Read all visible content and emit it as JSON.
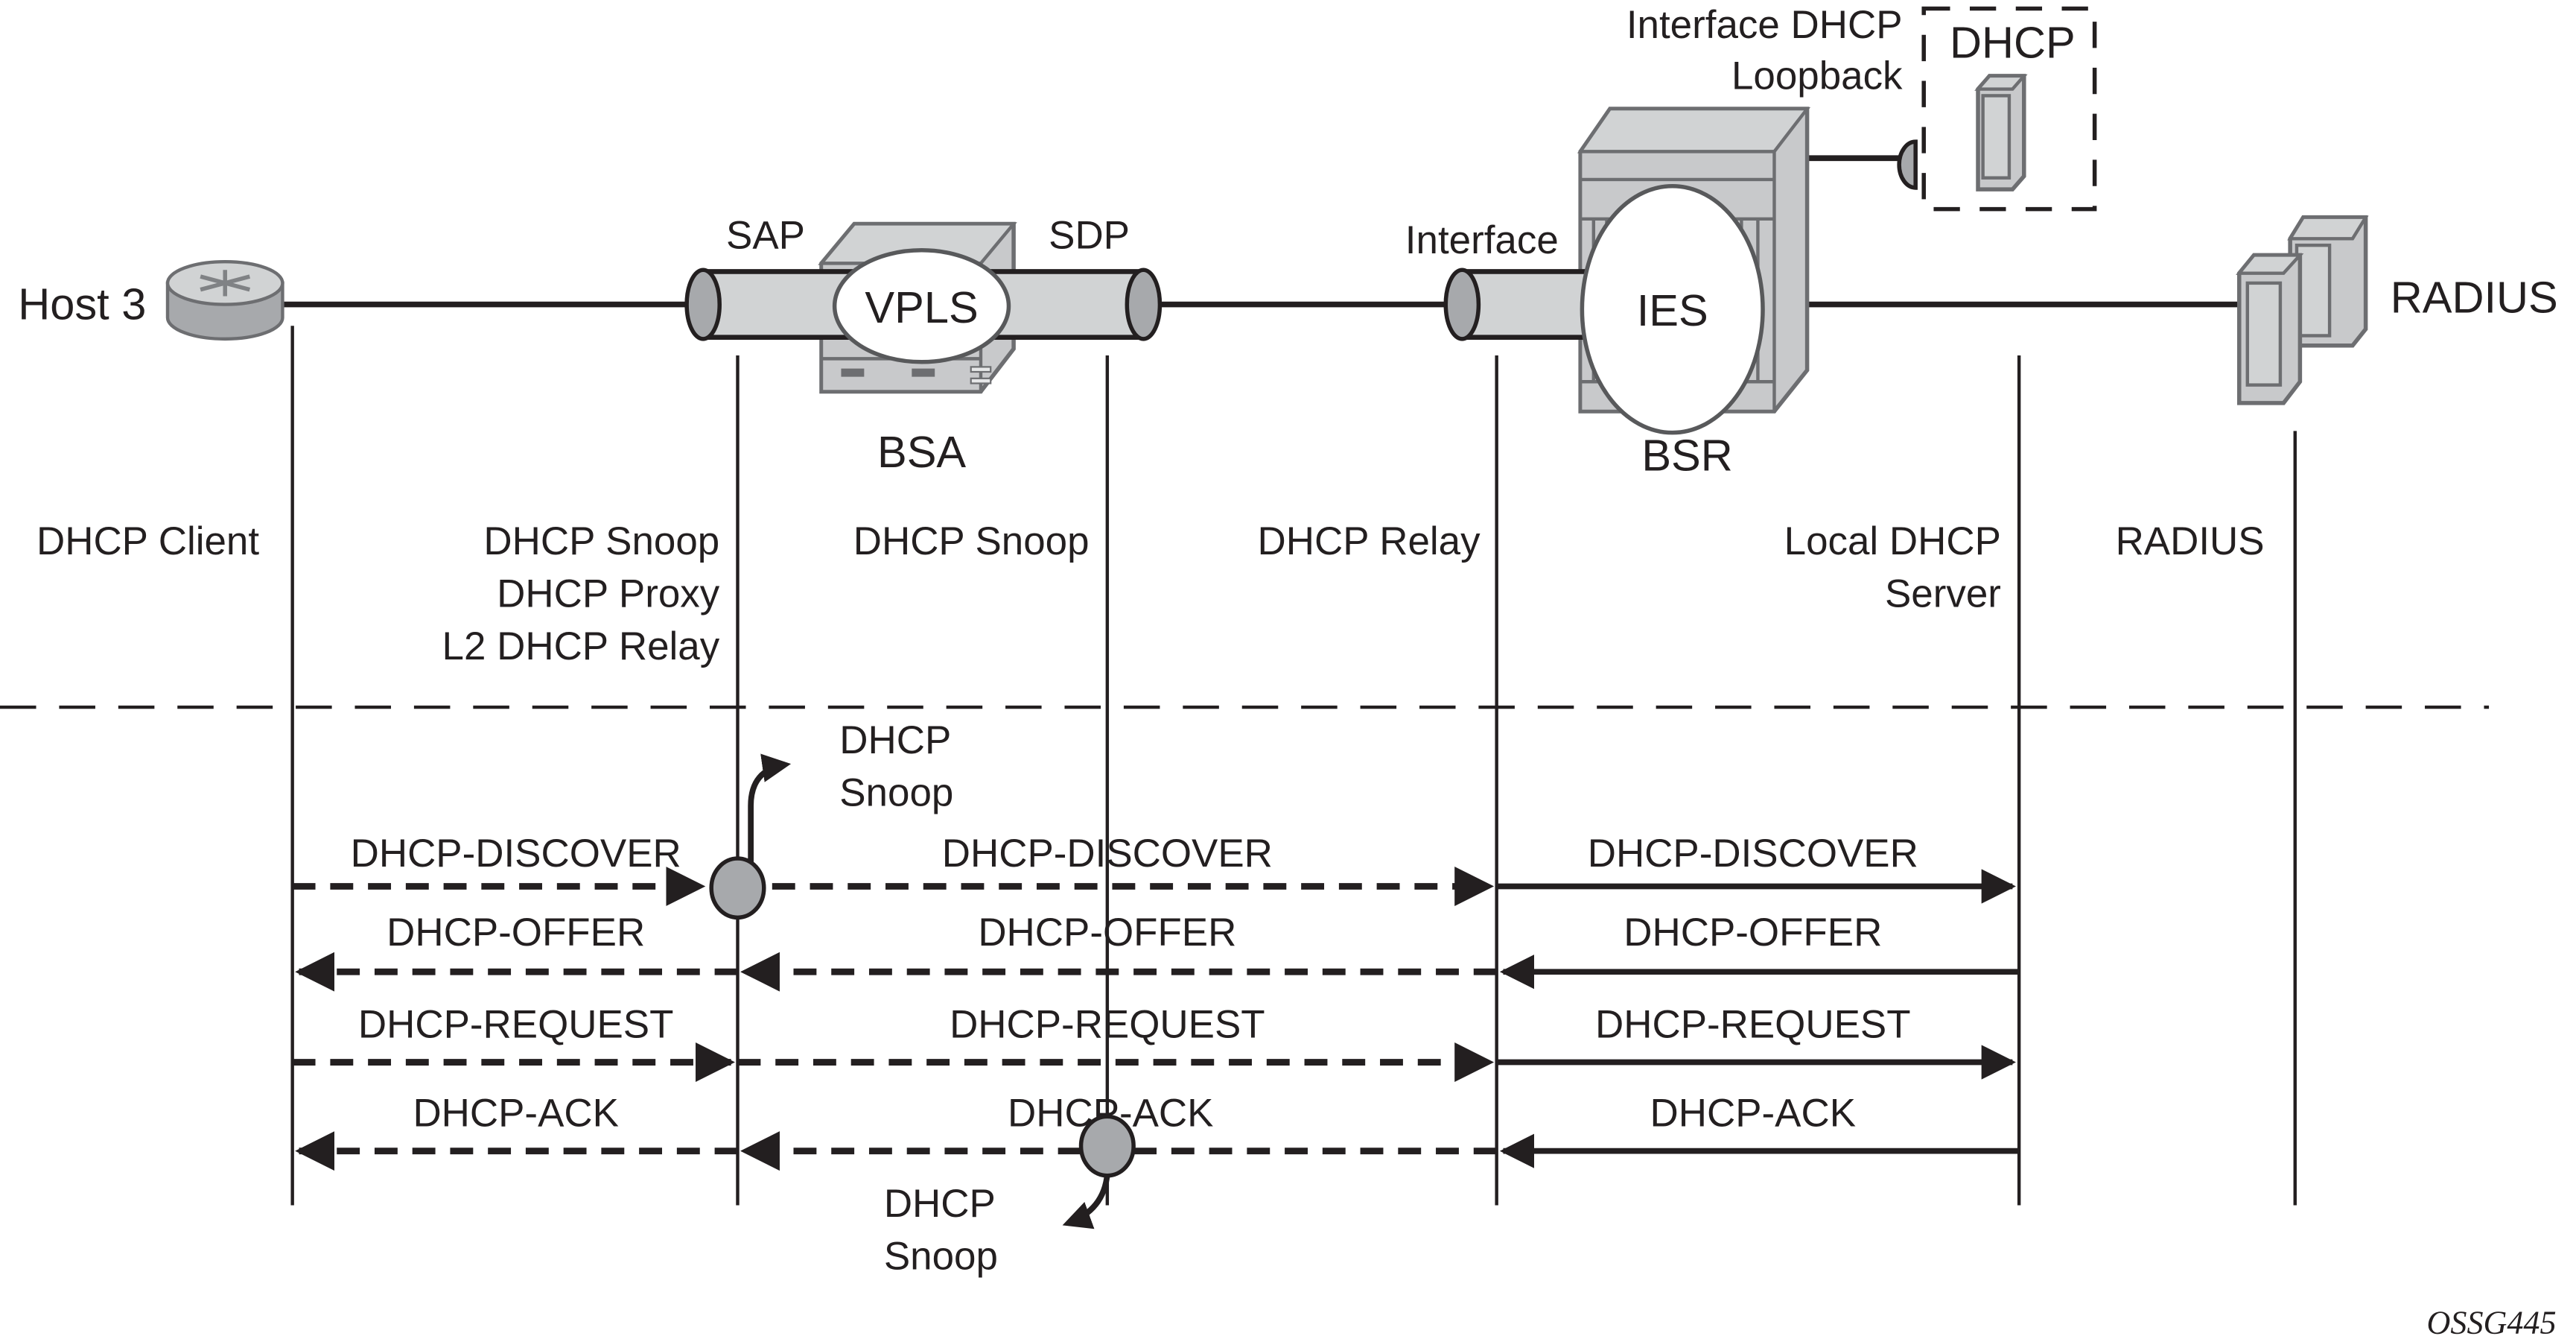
{
  "figure_id": "OSSG445",
  "topology": {
    "host": {
      "label": "Host 3",
      "icon": "router-icon"
    },
    "bsa": {
      "label": "BSA",
      "service": "VPLS",
      "sap_label": "SAP",
      "sdp_label": "SDP"
    },
    "bsr": {
      "label": "BSR",
      "service": "IES",
      "interface_label": "Interface"
    },
    "dhcp_server": {
      "label": "DHCP",
      "loopback_label_line1": "Interface DHCP",
      "loopback_label_line2": "Loopback"
    },
    "radius": {
      "label": "RADIUS"
    }
  },
  "roles": {
    "client": [
      "DHCP Client"
    ],
    "sap": [
      "DHCP Snoop",
      "DHCP Proxy",
      "L2 DHCP Relay"
    ],
    "sdp": [
      "DHCP Snoop"
    ],
    "relay": [
      "DHCP Relay"
    ],
    "local_server": [
      "Local DHCP",
      "Server"
    ],
    "radius": [
      "RADIUS"
    ]
  },
  "snoop_notes": {
    "discover": [
      "DHCP",
      "Snoop"
    ],
    "ack": [
      "DHCP",
      "Snoop"
    ]
  },
  "messages": [
    {
      "name": "DHCP-DISCOVER",
      "direction": "right",
      "segments": [
        "DHCP-DISCOVER",
        "DHCP-DISCOVER",
        "DHCP-DISCOVER"
      ]
    },
    {
      "name": "DHCP-OFFER",
      "direction": "left",
      "segments": [
        "DHCP-OFFER",
        "DHCP-OFFER",
        "DHCP-OFFER"
      ]
    },
    {
      "name": "DHCP-REQUEST",
      "direction": "right",
      "segments": [
        "DHCP-REQUEST",
        "DHCP-REQUEST",
        "DHCP-REQUEST"
      ]
    },
    {
      "name": "DHCP-ACK",
      "direction": "left",
      "segments": [
        "DHCP-ACK",
        "DHCP-ACK",
        "DHCP-ACK"
      ]
    }
  ]
}
